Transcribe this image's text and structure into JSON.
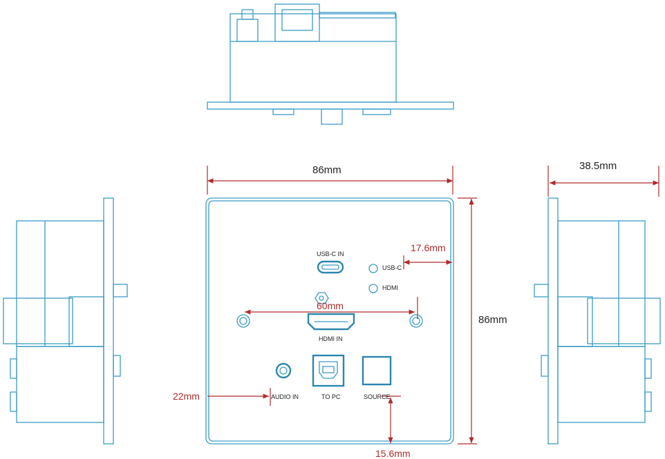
{
  "dimensions": {
    "width": "86mm",
    "height": "86mm",
    "depth": "38.5mm",
    "led_offset": "17.6mm",
    "screw_spacing": "60mm",
    "left_offset": "22mm",
    "bottom_offset": "15.6mm"
  },
  "ports": {
    "usbc_in": "USB-C IN",
    "hdmi_in": "HDMI IN",
    "audio_in": "AUDIO IN",
    "to_pc": "TO PC",
    "source": "SOURCE"
  },
  "leds": {
    "usbc": "USB-C",
    "hdmi": "HDMI"
  },
  "colors": {
    "line": "#3a9cc4",
    "dimension": "#b02a2a"
  }
}
